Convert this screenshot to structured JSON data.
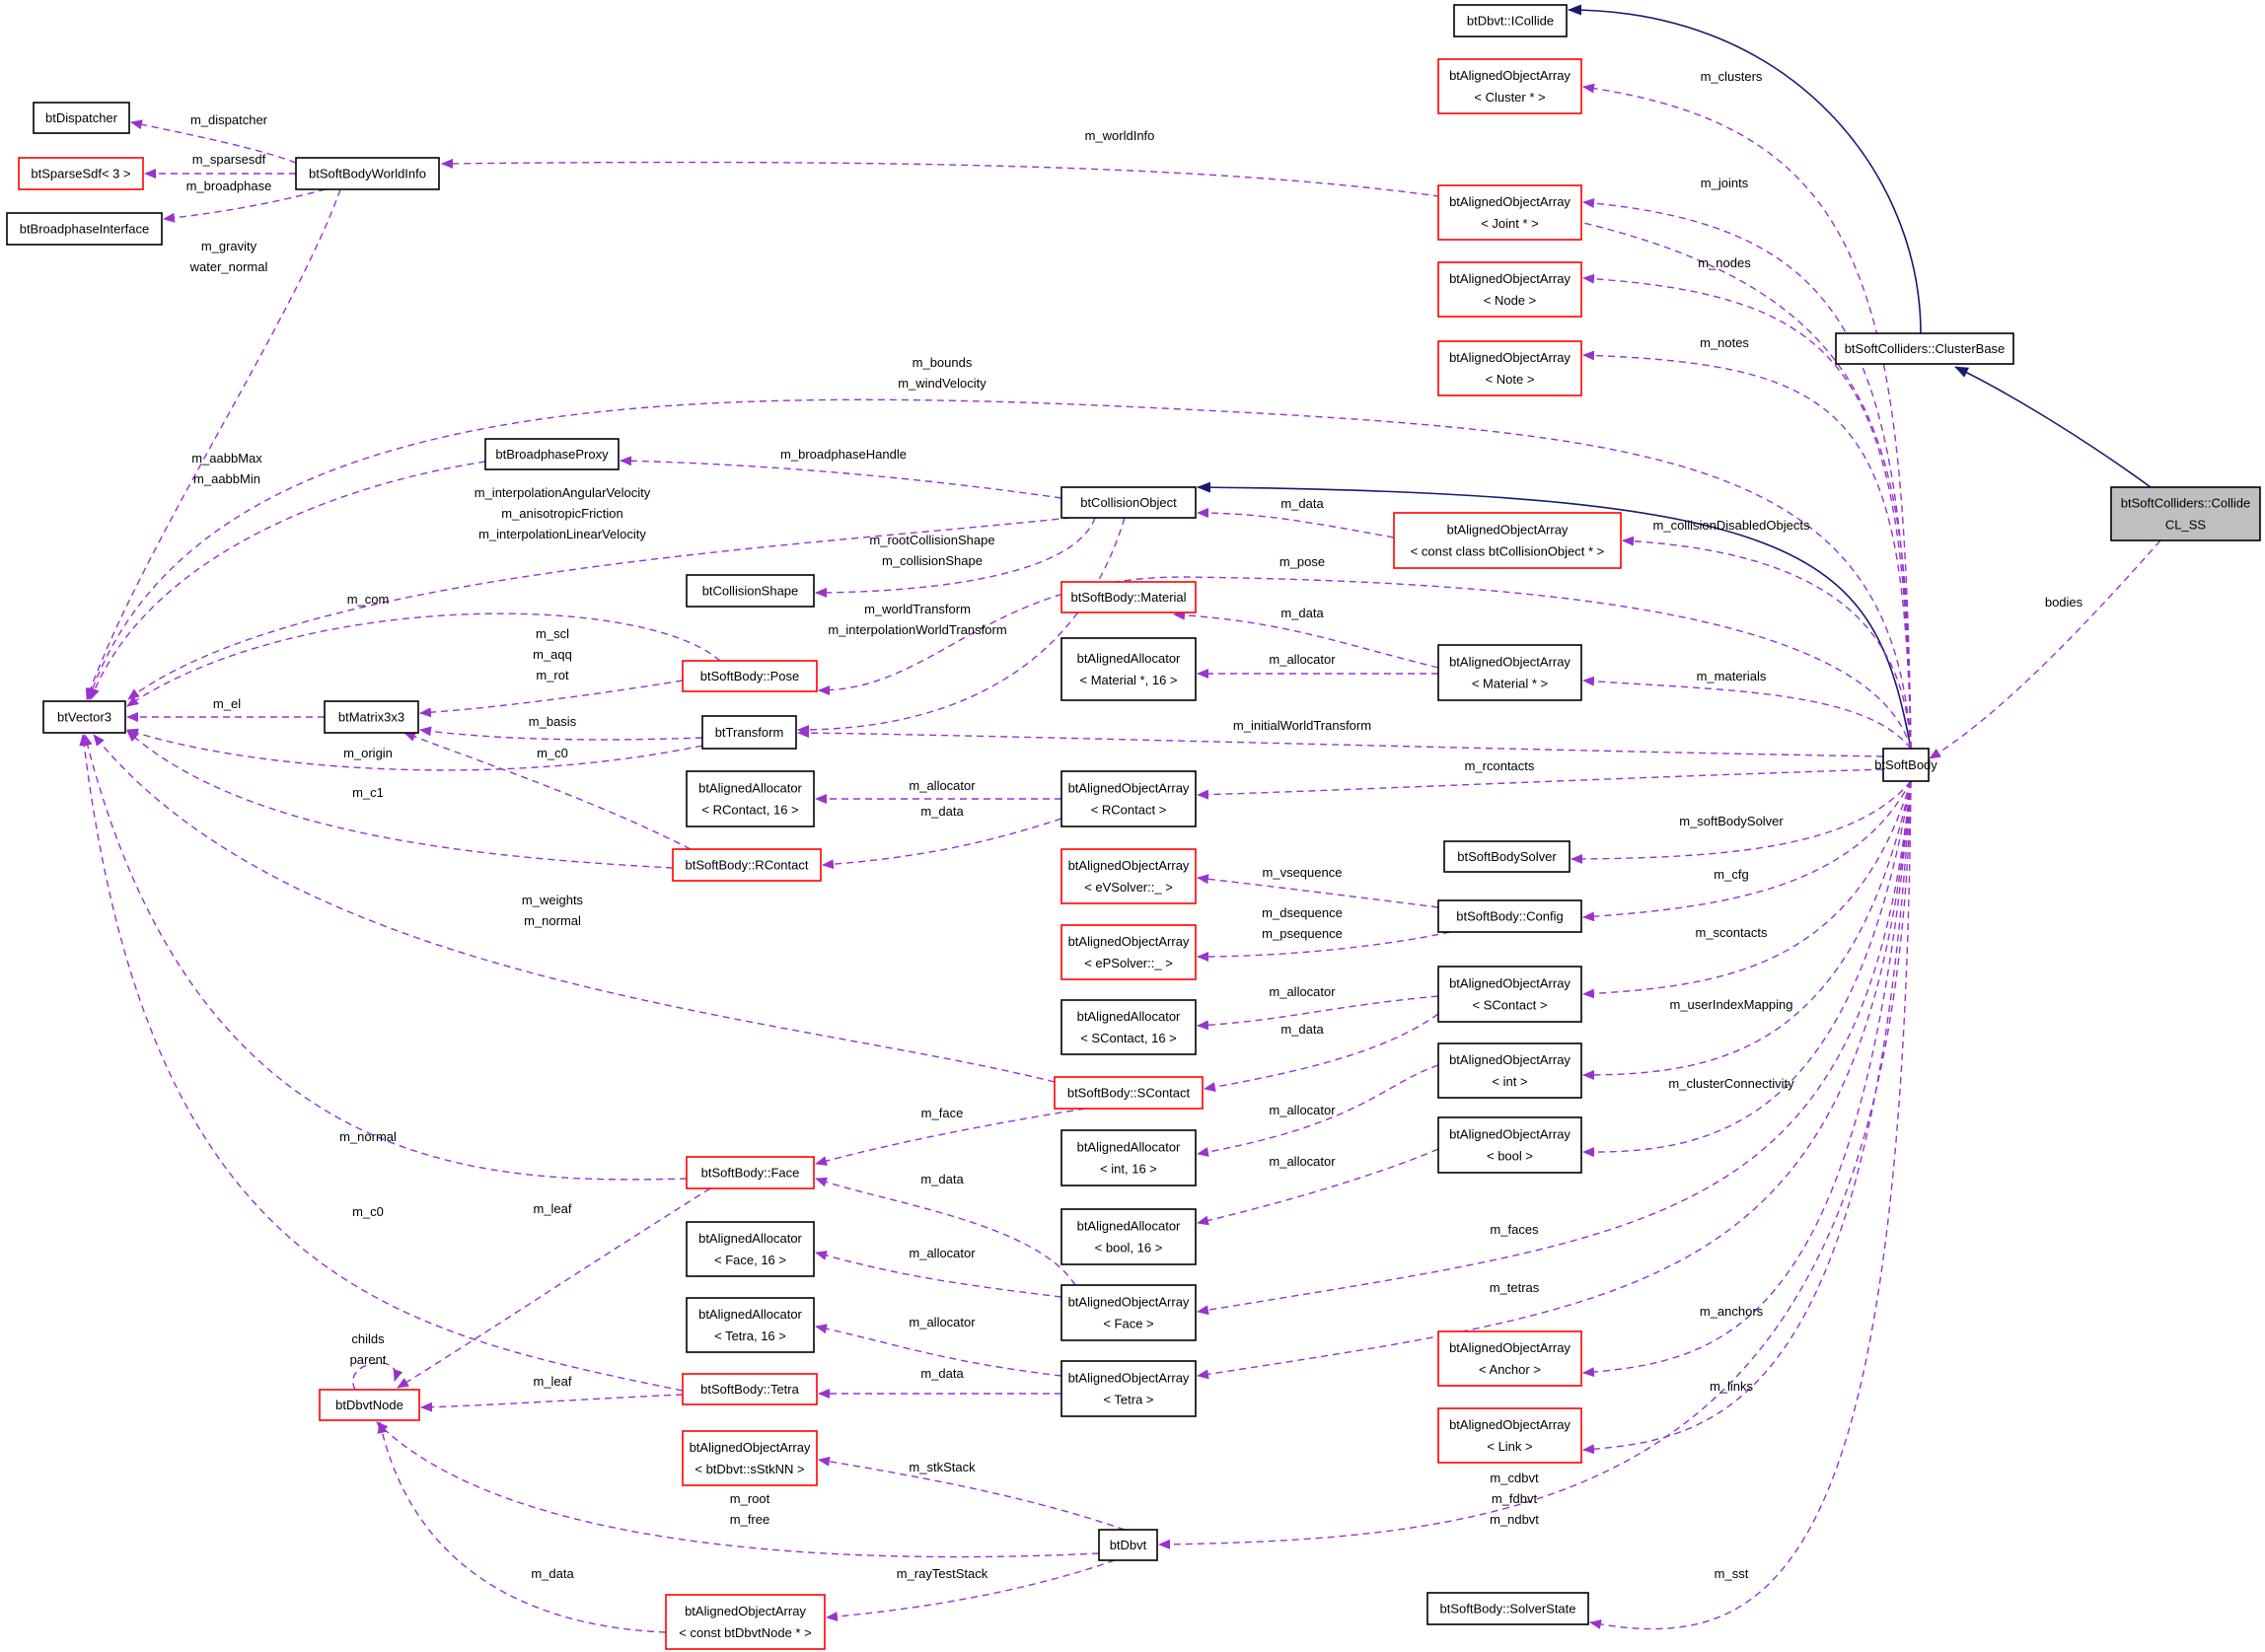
{
  "colors": {
    "usage_edge": "#9a32cd",
    "inheritance_edge": "#191970",
    "undocumented_border": "#ff0000",
    "documented_border": "#000000",
    "focus_fill": "#bfbfbf"
  },
  "nodes": {
    "btDbvt_ICollide": [
      "btDbvt::ICollide"
    ],
    "aoa_Cluster": [
      "btAlignedObjectArray",
      "< Cluster * >"
    ],
    "aoa_Joint": [
      "btAlignedObjectArray",
      "< Joint * >"
    ],
    "aoa_Node": [
      "btAlignedObjectArray",
      "< Node >"
    ],
    "aoa_Note": [
      "btAlignedObjectArray",
      "< Note >"
    ],
    "ClusterBase": [
      "btSoftColliders::ClusterBase"
    ],
    "CollideCL_SS": [
      "btSoftColliders::Collide",
      "CL_SS"
    ],
    "btDispatcher": [
      "btDispatcher"
    ],
    "btSparseSdf": [
      "btSparseSdf< 3 >"
    ],
    "btSoftBodyWorldInfo": [
      "btSoftBodyWorldInfo"
    ],
    "btBroadphaseInterface": [
      "btBroadphaseInterface"
    ],
    "btBroadphaseProxy": [
      "btBroadphaseProxy"
    ],
    "btCollisionObject": [
      "btCollisionObject"
    ],
    "aoa_constCollisionObject": [
      "btAlignedObjectArray",
      "< const class btCollisionObject * >"
    ],
    "btCollisionShape": [
      "btCollisionShape"
    ],
    "btSoftBody_Material": [
      "btSoftBody::Material"
    ],
    "aal_Material": [
      "btAlignedAllocator",
      "< Material *, 16 >"
    ],
    "aoa_Material": [
      "btAlignedObjectArray",
      "< Material * >"
    ],
    "btVector3": [
      "btVector3"
    ],
    "btMatrix3x3": [
      "btMatrix3x3"
    ],
    "btSoftBody_Pose": [
      "btSoftBody::Pose"
    ],
    "btTransform": [
      "btTransform"
    ],
    "btSoftBody": [
      "btSoftBody"
    ],
    "aal_RContact": [
      "btAlignedAllocator",
      "< RContact, 16 >"
    ],
    "aoa_RContact": [
      "btAlignedObjectArray",
      "< RContact >"
    ],
    "btSoftBody_RContact": [
      "btSoftBody::RContact"
    ],
    "btSoftBodySolver": [
      "btSoftBodySolver"
    ],
    "aoa_eVSolver": [
      "btAlignedObjectArray",
      "< eVSolver::_ >"
    ],
    "btSoftBody_Config": [
      "btSoftBody::Config"
    ],
    "aoa_ePSolver": [
      "btAlignedObjectArray",
      "< ePSolver::_ >"
    ],
    "aal_SContact": [
      "btAlignedAllocator",
      "< SContact, 16 >"
    ],
    "aoa_SContact": [
      "btAlignedObjectArray",
      "< SContact >"
    ],
    "btSoftBody_SContact": [
      "btSoftBody::SContact"
    ],
    "aoa_int": [
      "btAlignedObjectArray",
      "< int >"
    ],
    "aal_int": [
      "btAlignedAllocator",
      "< int, 16 >"
    ],
    "aoa_bool": [
      "btAlignedObjectArray",
      "< bool >"
    ],
    "btSoftBody_Face": [
      "btSoftBody::Face"
    ],
    "aal_bool": [
      "btAlignedAllocator",
      "< bool, 16 >"
    ],
    "aal_Face": [
      "btAlignedAllocator",
      "< Face, 16 >"
    ],
    "aoa_Face": [
      "btAlignedObjectArray",
      "< Face >"
    ],
    "aal_Tetra": [
      "btAlignedAllocator",
      "< Tetra, 16 >"
    ],
    "aoa_Anchor": [
      "btAlignedObjectArray",
      "< Anchor >"
    ],
    "btDbvtNode": [
      "btDbvtNode"
    ],
    "btSoftBody_Tetra": [
      "btSoftBody::Tetra"
    ],
    "aoa_Tetra": [
      "btAlignedObjectArray",
      "< Tetra >"
    ],
    "aoa_Link": [
      "btAlignedObjectArray",
      "< Link >"
    ],
    "aoa_sStkNN": [
      "btAlignedObjectArray",
      "< btDbvt::sStkNN >"
    ],
    "btDbvt": [
      "btDbvt"
    ],
    "aoa_constDbvtNode": [
      "btAlignedObjectArray",
      "< const btDbvtNode * >"
    ],
    "btSoftBody_SolverState": [
      "btSoftBody::SolverState"
    ]
  },
  "edge_labels": [
    [
      "m_clusters"
    ],
    [
      "m_worldInfo"
    ],
    [
      "m_joints"
    ],
    [
      "m_nodes"
    ],
    [
      "m_notes"
    ],
    [
      "m_dispatcher"
    ],
    [
      "m_sparsesdf"
    ],
    [
      "m_broadphase"
    ],
    [
      "m_gravity",
      "water_normal"
    ],
    [
      "m_bounds",
      "m_windVelocity"
    ],
    [
      "m_aabbMax",
      "m_aabbMin"
    ],
    [
      "m_broadphaseHandle"
    ],
    [
      "m_data"
    ],
    [
      "m_collisionDisabledObjects"
    ],
    [
      "m_interpolationAngularVelocity",
      "m_anisotropicFriction",
      "m_interpolationLinearVelocity"
    ],
    [
      "m_rootCollisionShape",
      "m_collisionShape"
    ],
    [
      "m_pose"
    ],
    [
      "bodies"
    ],
    [
      "m_com"
    ],
    [
      "m_data"
    ],
    [
      "m_scl",
      "m_aqq",
      "m_rot"
    ],
    [
      "m_worldTransform",
      "m_interpolationWorldTransform"
    ],
    [
      "m_allocator"
    ],
    [
      "m_materials"
    ],
    [
      "m_el"
    ],
    [
      "m_basis"
    ],
    [
      "m_initialWorldTransform"
    ],
    [
      "m_origin"
    ],
    [
      "m_c0"
    ],
    [
      "m_rcontacts"
    ],
    [
      "m_c1"
    ],
    [
      "m_allocator"
    ],
    [
      "m_data"
    ],
    [
      "m_softBodySolver"
    ],
    [
      "m_vsequence"
    ],
    [
      "m_cfg"
    ],
    [
      "m_dsequence",
      "m_psequence"
    ],
    [
      "m_weights",
      "m_normal"
    ],
    [
      "m_scontacts"
    ],
    [
      "m_allocator"
    ],
    [
      "m_data"
    ],
    [
      "m_userIndexMapping"
    ],
    [
      "m_clusterConnectivity"
    ],
    [
      "m_face"
    ],
    [
      "m_allocator"
    ],
    [
      "m_normal"
    ],
    [
      "m_allocator"
    ],
    [
      "m_data"
    ],
    [
      "m_c0"
    ],
    [
      "m_leaf"
    ],
    [
      "m_faces"
    ],
    [
      "m_allocator"
    ],
    [
      "m_tetras"
    ],
    [
      "m_anchors"
    ],
    [
      "childs",
      "parent"
    ],
    [
      "m_allocator"
    ],
    [
      "m_leaf"
    ],
    [
      "m_data"
    ],
    [
      "m_links"
    ],
    [
      "m_stkStack"
    ],
    [
      "m_root",
      "m_free"
    ],
    [
      "m_cdbvt",
      "m_fdbvt",
      "m_ndbvt"
    ],
    [
      "m_data"
    ],
    [
      "m_rayTestStack"
    ],
    [
      "m_sst"
    ]
  ]
}
